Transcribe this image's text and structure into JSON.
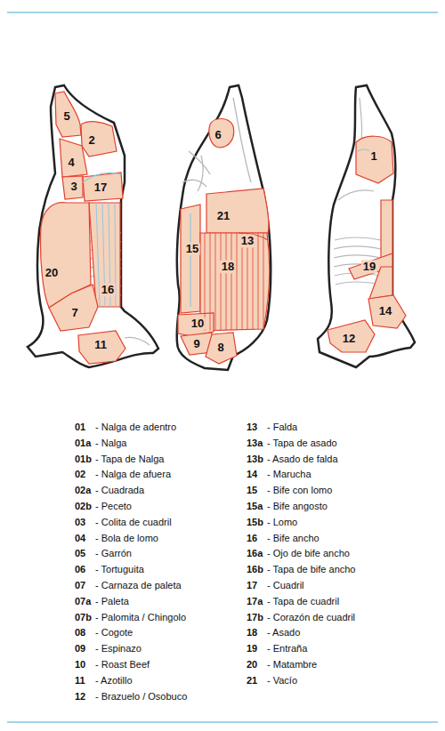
{
  "diagram": {
    "labels": [
      "5",
      "2",
      "4",
      "3",
      "17",
      "20",
      "16",
      "7",
      "11",
      "6",
      "21",
      "15",
      "13",
      "18",
      "10",
      "9",
      "8",
      "1",
      "19",
      "14",
      "12",
      "01",
      "- Nalga de adentro",
      "01a",
      "- Nalga",
      "01b",
      "- Tapa de Nalga",
      "02",
      "- Nalga de afuera",
      "02a",
      "- Cuadrada",
      "02b",
      "- Peceto",
      "03",
      "- Colita de cuadril",
      "04",
      "- Bola de lomo",
      "05",
      "- Garrón",
      "06",
      "- Tortuguita",
      "07",
      "- Carnaza de paleta",
      "07a",
      "- Paleta",
      "07b",
      "- Palomita / Chingolo",
      "08",
      "- Cogote",
      "09",
      "- Espinazo",
      "10",
      "- Roast Beef",
      "11",
      "- Azotillo",
      "12",
      "- Brazuelo / Osobuco",
      "13",
      "- Falda",
      "13a",
      "- Tapa de asado",
      "13b",
      "- Asado de falda",
      "14",
      "- Marucha",
      "15",
      "- Bife con lomo",
      "15a",
      "- Bife angosto",
      "15b",
      "- Lomo",
      "16",
      "- Bife ancho",
      "16a",
      "- Ojo de bife ancho",
      "16b",
      "- Tapa de bife ancho",
      "17",
      "- Cuadril",
      "17a",
      "- Tapa de cuadril",
      "17b",
      "- Corazón de cuadril",
      "18",
      "- Asado",
      "19",
      "- Entraña",
      "20",
      "- Matambre",
      "21",
      "- Vacío"
    ]
  }
}
